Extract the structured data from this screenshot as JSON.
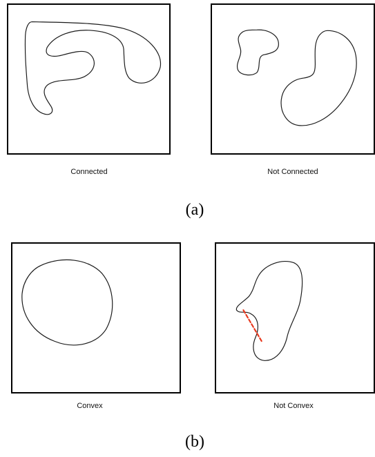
{
  "part_a": {
    "label": "(a)",
    "left_caption": "Connected",
    "right_caption": "Not Connected"
  },
  "part_b": {
    "label": "(b)",
    "left_caption": "Convex",
    "right_caption": "Not Convex"
  },
  "colors": {
    "outline": "#1a1a1a",
    "frame": "#000000",
    "cut_line": "#e8371c"
  }
}
